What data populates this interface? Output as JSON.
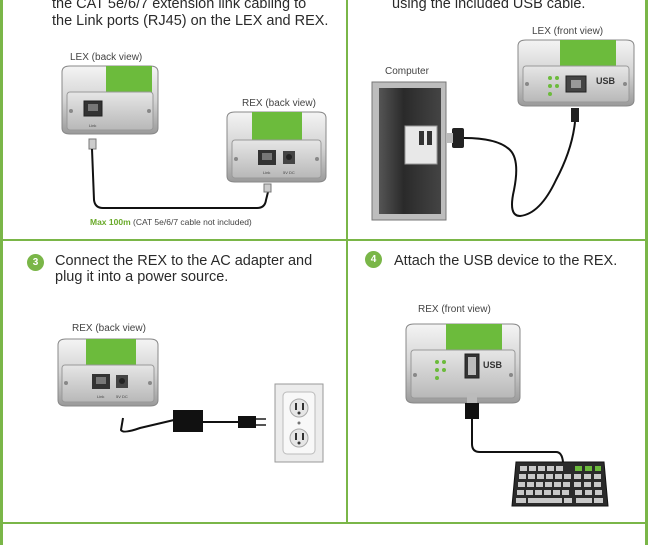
{
  "step1": {
    "text_line1": "the CAT 5e/6/7 extension link cabling to",
    "text_line2": "the Link ports (RJ45) on the LEX and REX.",
    "lex_label": "LEX (back view)",
    "rex_label": "REX (back view)",
    "lex_port_link": "Link",
    "rex_port_link": "Link",
    "rex_port_dc": "5V DC",
    "cable_note_bold": "Max 100m",
    "cable_note_rest": " (CAT 5e/6/7 cable not included)"
  },
  "step2": {
    "text_line1": "using the included USB cable.",
    "computer_label": "Computer",
    "lex_front_label": "LEX (front view)",
    "brand_text": "USB"
  },
  "step3": {
    "number": "3",
    "text_line1": "Connect the REX to the AC adapter and",
    "text_line2": "plug it into a power source.",
    "rex_label": "REX (back view)",
    "rex_port_link": "Link",
    "rex_port_dc": "5V DC"
  },
  "step4": {
    "number": "4",
    "text_line1": "Attach the USB device to the REX.",
    "rex_front_label": "REX (front view)",
    "brand_text": "USB"
  },
  "colors": {
    "accent": "#7ab648",
    "device_green": "#6cbb3c"
  }
}
